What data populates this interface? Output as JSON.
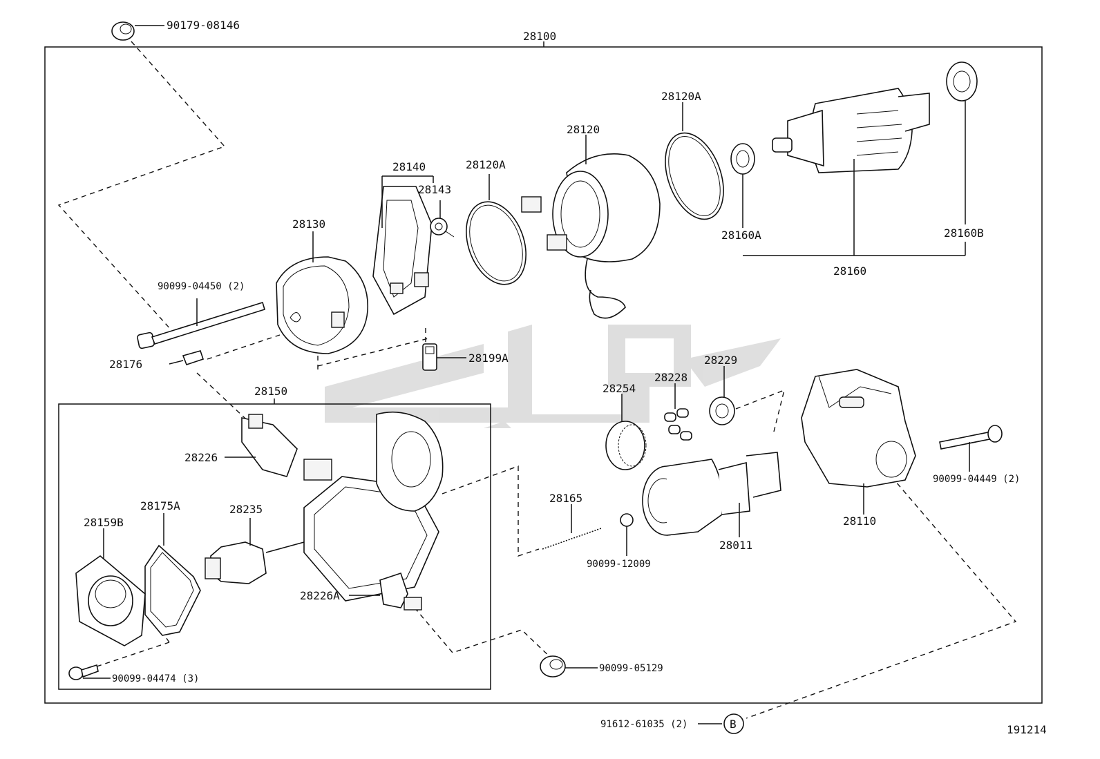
{
  "diagram": {
    "labels": {
      "p90179_08146": "90179-08146",
      "p28100": "28100",
      "p28120A_top": "28120A",
      "p28120": "28120",
      "p28140": "28140",
      "p28143": "28143",
      "p28120A_mid": "28120A",
      "p28130": "28130",
      "p28160A": "28160A",
      "p28160B": "28160B",
      "p28160": "28160",
      "p90099_04450": "90099-04450 (2)",
      "p28176": "28176",
      "p28199A": "28199A",
      "p28229": "28229",
      "p28228": "28228",
      "p28254": "28254",
      "p28150": "28150",
      "p28226": "28226",
      "p90099_04449": "90099-04449 (2)",
      "p28110": "28110",
      "p28165": "28165",
      "p28011": "28011",
      "p90099_12009": "90099-12009",
      "p28159B": "28159B",
      "p28175A": "28175A",
      "p28235": "28235",
      "p28226A": "28226A",
      "p90099_05129": "90099-05129",
      "p90099_04474": "90099-04474 (3)",
      "p91612_61035": "91612-61035 (2)",
      "callout_B": "B",
      "figure_number": "191214"
    }
  }
}
